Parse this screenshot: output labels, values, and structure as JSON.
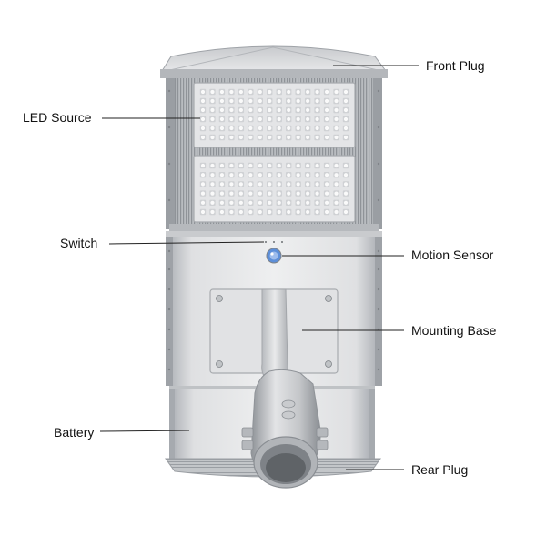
{
  "callouts": {
    "front_plug": "Front Plug",
    "led_source": "LED Source",
    "switch": "Switch",
    "motion_sensor": "Motion Sensor",
    "mounting_base": "Mounting Base",
    "battery": "Battery",
    "rear_plug": "Rear Plug"
  },
  "colors": {
    "leader_line": "#222222",
    "body_light": "#d9dadc",
    "body_dark": "#9ea2a7",
    "led_panel": "#e4e5e7",
    "led_chip": "#f8f8f8",
    "sensor_blue": "#4b7fd1"
  }
}
